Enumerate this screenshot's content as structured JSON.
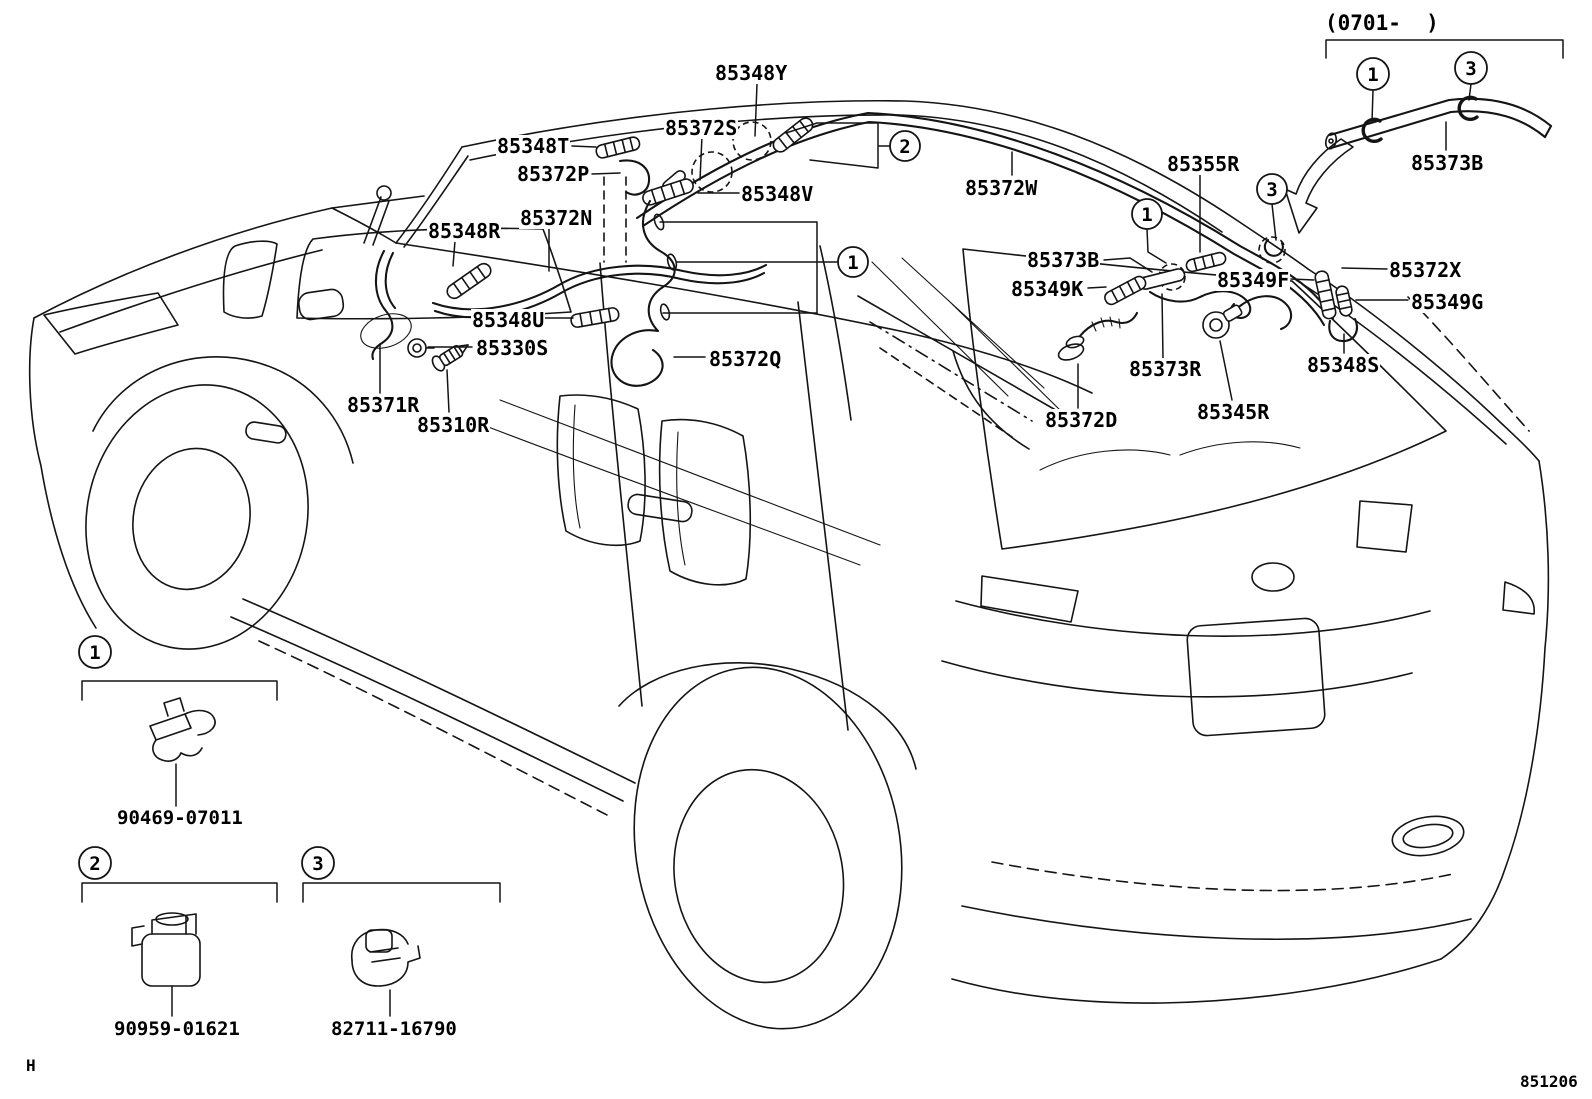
{
  "page": {
    "background": "#ffffff",
    "line_color": "#141414"
  },
  "inset": {
    "note": "(0701-  )"
  },
  "callout_numbers": {
    "n1": "1",
    "n2": "2",
    "n3": "3"
  },
  "part_labels": {
    "p85348Y": "85348Y",
    "p85372S": "85372S",
    "p85348T": "85348T",
    "p85372P": "85372P",
    "p85348V": "85348V",
    "p85372N": "85372N",
    "p85348R": "85348R",
    "p85348U": "85348U",
    "p85330S": "85330S",
    "p85371R": "85371R",
    "p85310R": "85310R",
    "p85372Q": "85372Q",
    "p85372W": "85372W",
    "p85355R": "85355R",
    "p85373B": "85373B",
    "p85349K": "85349K",
    "p85349F": "85349F",
    "p85372X": "85372X",
    "p85349G": "85349G",
    "p85348S": "85348S",
    "p85373R": "85373R",
    "p85345R": "85345R",
    "p85372D": "85372D"
  },
  "legend": {
    "item1": {
      "num": "1",
      "part": "90469-07011"
    },
    "item2": {
      "num": "2",
      "part": "90959-01621"
    },
    "item3": {
      "num": "3",
      "part": "82711-16790"
    }
  },
  "footer": {
    "drawing_code": "851206",
    "corner_mark": "H"
  }
}
